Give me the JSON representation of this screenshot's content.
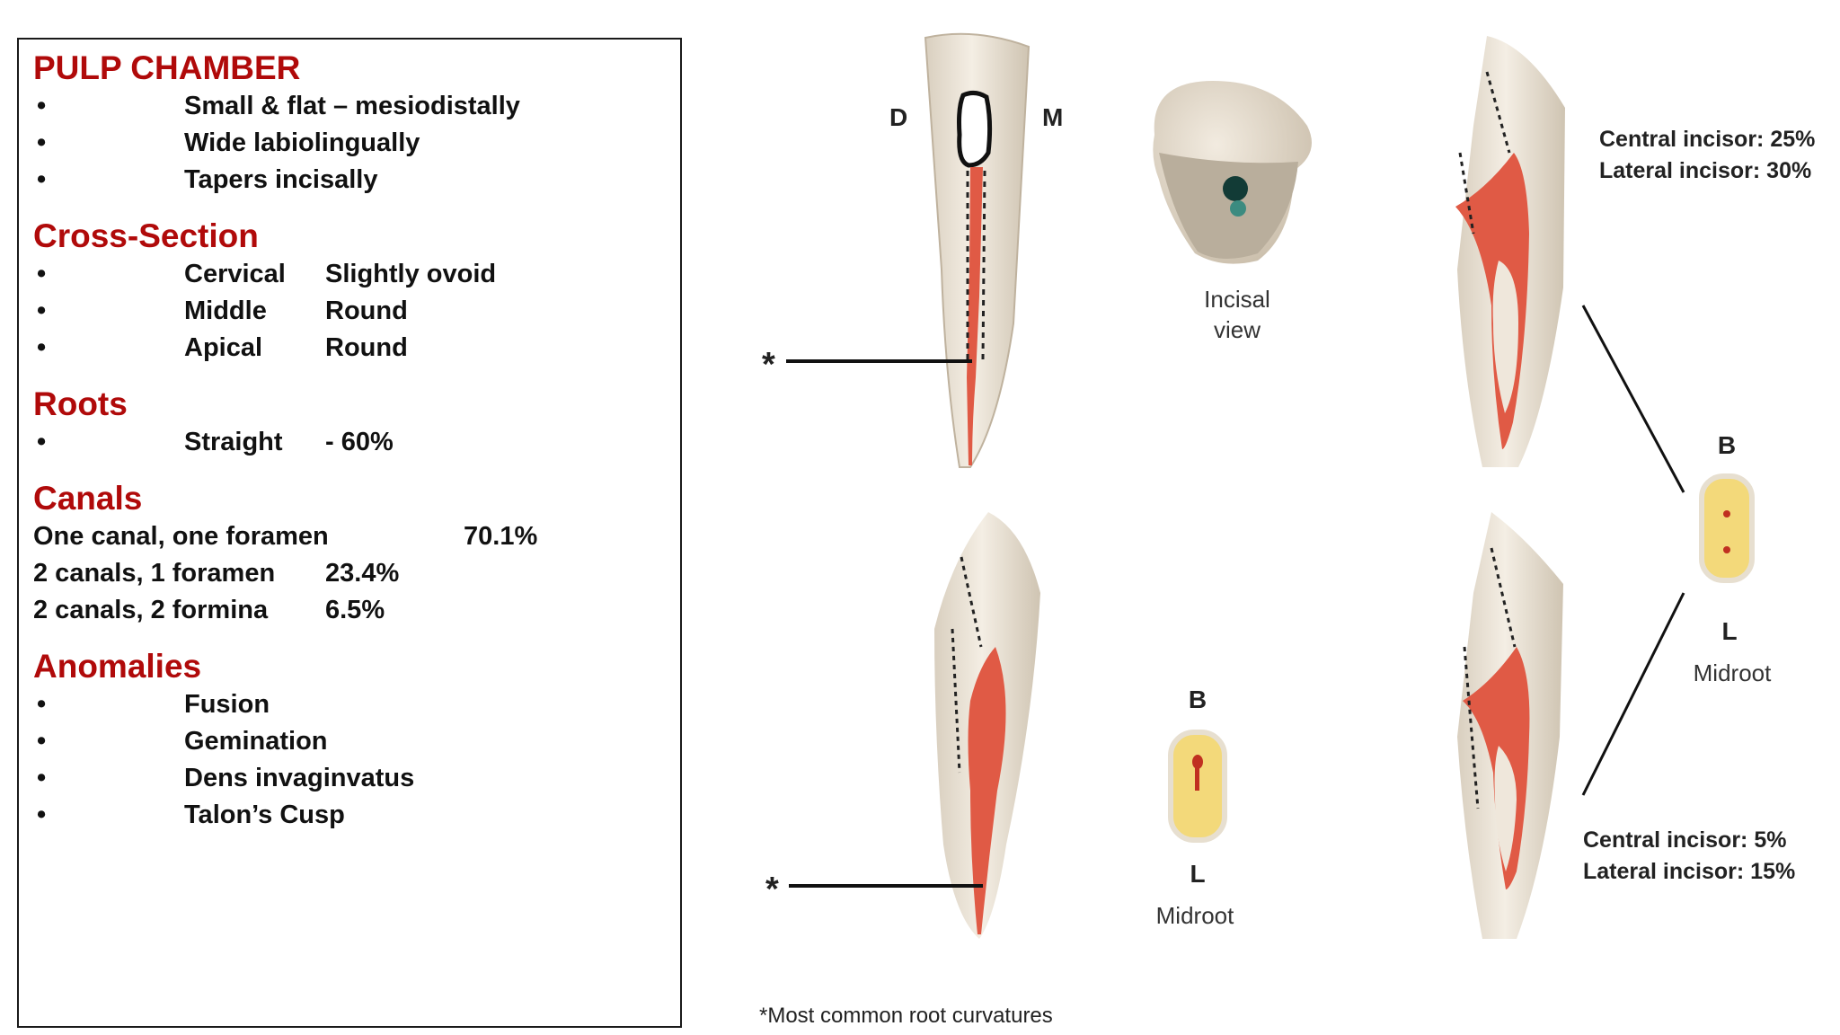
{
  "panel": {
    "pulp_chamber": {
      "heading": "PULP CHAMBER",
      "items": [
        "Small & flat – mesiodistally",
        "Wide labiolingually",
        "Tapers incisally"
      ]
    },
    "cross_section": {
      "heading": "Cross-Section",
      "rows": [
        {
          "level": "Cervical",
          "shape": "Slightly ovoid"
        },
        {
          "level": "Middle",
          "shape": "Round"
        },
        {
          "level": "Apical",
          "shape": "Round"
        }
      ]
    },
    "roots": {
      "heading": "Roots",
      "rows": [
        {
          "type": "Straight",
          "value": "- 60%"
        }
      ]
    },
    "canals": {
      "heading": "Canals",
      "rows": [
        {
          "text": "One canal, one foramen",
          "value": "70.1%"
        },
        {
          "text": "2 canals, 1 foramen",
          "value": "23.4%"
        },
        {
          "text": "2 canals, 2 formina",
          "value": "6.5%"
        }
      ]
    },
    "anomalies": {
      "heading": "Anomalies",
      "items": [
        "Fusion",
        "Gemination",
        "Dens invaginvatus",
        "Talon’s Cusp"
      ]
    },
    "bullet": "•"
  },
  "figure": {
    "label_d": "D",
    "label_m": "M",
    "star": "*",
    "incisal_line1": "Incisal",
    "incisal_line2": "view",
    "b1": "B",
    "l1": "L",
    "midroot1": "Midroot",
    "b2": "B",
    "l2": "L",
    "midroot2": "Midroot",
    "top_stats_line1": "Central incisor: 25%",
    "top_stats_line2": "Lateral incisor: 30%",
    "bottom_stats_line1": "Central incisor:  5%",
    "bottom_stats_line2": "Lateral incisor: 15%",
    "footnote": "*Most common root curvatures"
  },
  "colors": {
    "heading": "#b00a0a",
    "pulp": "#e05a45",
    "tooth": "#ece4d7",
    "section": "#f3d97a"
  }
}
